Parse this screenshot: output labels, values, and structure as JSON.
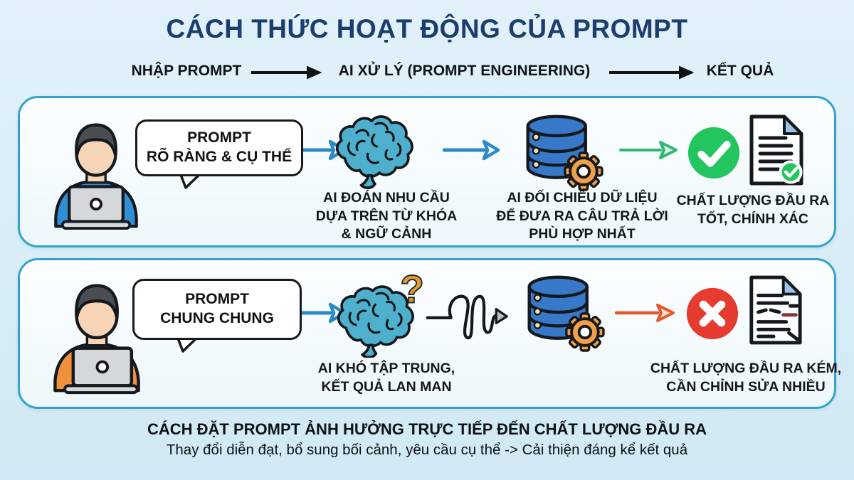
{
  "title": "CÁCH THỨC HOẠT ĐỘNG CỦA PROMPT",
  "flow_header": {
    "input": "NHẬP PROMPT",
    "process": "AI XỬ LÝ (PROMPT ENGINEERING)",
    "result": "KẾT QUẢ"
  },
  "rows": {
    "clear": {
      "bubble": "PROMPT\nRÕ RÀNG & CỤ THỂ",
      "brain_caption": "AI ĐOÁN NHU CẦU\nDỰA TRÊN TỪ KHÓA\n& NGỮ CẢNH",
      "database_caption": "AI ĐỐI CHIẾU DỮ LIỆU\nĐỂ ĐƯA RA CÂU TRẢ LỜI\nPHÙ HỢP NHẤT",
      "result_caption": "CHẤT LƯỢNG ĐẦU RA\nTỐT, CHÍNH XÁC"
    },
    "vague": {
      "bubble": "PROMPT\nCHUNG CHUNG",
      "brain_caption": "AI KHÓ TẬP TRUNG,\nKẾT QUẢ LAN MAN",
      "result_caption": "CHẤT LƯỢNG ĐẦU RA KÉM,\nCẦN CHỈNH SỬA NHIỀU"
    }
  },
  "footer": {
    "headline": "CÁCH ĐẶT PROMPT ẢNH HƯỞNG TRỰC TIẾP ĐẾN CHẤT LƯỢNG ĐẦU RA",
    "subline": "Thay đổi diễn đạt, bổ sung bối cảnh, yêu cầu cụ thể -> Cải thiện đáng kể kết quả"
  },
  "icons": {
    "person_clear": "person-laptop-blue-icon",
    "person_vague": "person-laptop-orange-icon",
    "brain_clear": "brain-icon",
    "brain_vague": "brain-question-icon",
    "question_mark": "?",
    "database": "database-gear-icon",
    "tangle": "tangled-line-arrow-icon",
    "success_badge": "check-circle-icon",
    "success_doc": "document-check-icon",
    "fail_badge": "cross-circle-icon",
    "fail_doc": "document-messy-icon"
  },
  "colors": {
    "page-bg": "#d8edf6",
    "panel-border": "#35a2ca",
    "title-navy": "#1b3e6f",
    "text-dark": "#14171b",
    "arrow-blue": "#2b8ac6",
    "arrow-green": "#2eb874",
    "arrow-orange": "#e4582b",
    "success-green": "#22c55e",
    "error-red": "#e63c30",
    "brain-teal": "#4fb0cd",
    "db-blue": "#3878c8",
    "gear-orange": "#f0a04a",
    "shirt-blue": "#2e8fd4",
    "shirt-orange": "#f0923c",
    "question-orange": "#eb9b2d"
  }
}
